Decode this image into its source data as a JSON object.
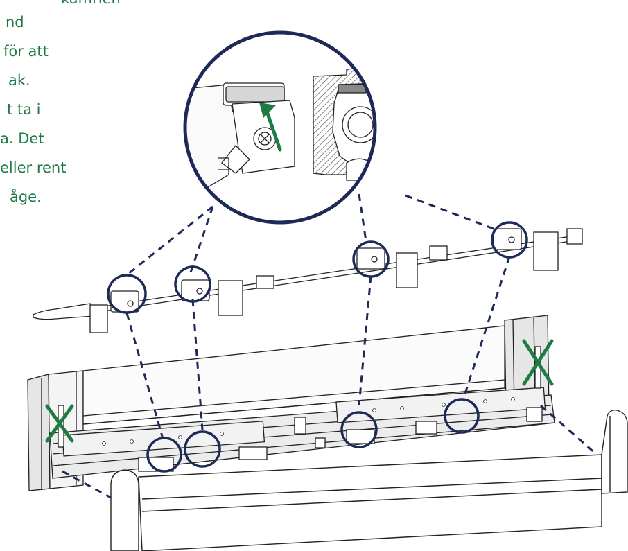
{
  "colors": {
    "text_green": "#1e7a45",
    "circle_navy": "#1d2a57",
    "arrow_green": "#1f7a44",
    "line": "#222222",
    "panel_gray": "#e3e3e3"
  },
  "instruction_text": {
    "lines": [
      "kamrien",
      "nd",
      "för att",
      "ak.",
      "t ta i",
      "a. Det",
      "eller rent",
      "åge."
    ]
  },
  "icons": {
    "arrow": "up-arrow-icon",
    "cross": "x-mark-icon"
  }
}
